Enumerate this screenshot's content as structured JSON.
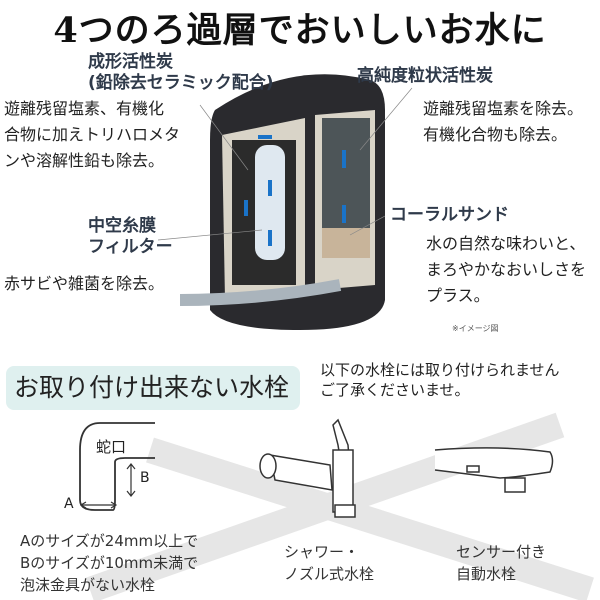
{
  "title": "4つのろ過層でおいしいお水に",
  "diagram": {
    "molded_carbon": {
      "label_line1": "成形活性炭",
      "label_line2": "(鉛除去セラミック配合)",
      "desc": [
        "遊離残留塩素、有機化",
        "合物に加えトリハロメタ",
        "ンや溶解性鉛も除去。"
      ]
    },
    "granular_carbon": {
      "label": "高純度粒状活性炭",
      "desc": [
        "遊離残留塩素を除去。",
        "有機化合物も除去。"
      ]
    },
    "hollow_fiber": {
      "label_line1": "中空糸膜",
      "label_line2": "フィルター",
      "desc": [
        "赤サビや雑菌を除去。"
      ]
    },
    "coral_sand": {
      "label": "コーラルサンド",
      "desc": [
        "水の自然な味わいと、",
        "まろやかなおいしさを",
        "プラス。"
      ]
    },
    "image_note": "※イメージ図"
  },
  "incompatible": {
    "heading": "お取り付け出来ない水栓",
    "notice": [
      "以下の水栓には取り付けられません",
      "ご了承くださいませ。"
    ],
    "faucet_label": "蛇口",
    "dim_a": "A",
    "dim_b": "B",
    "items": [
      {
        "caption": [
          "Aのサイズが24mm以上で",
          "Bのサイズが10mm未満で",
          "泡沫金具がない水栓"
        ]
      },
      {
        "caption": [
          "シャワー・",
          "ノズル式水栓"
        ]
      },
      {
        "caption": [
          "センサー付き",
          "自動水栓"
        ]
      }
    ]
  },
  "colors": {
    "accent_blue": "#1a73c8",
    "banner_bg": "#dff0ef",
    "cross": "#e6e6e6"
  }
}
